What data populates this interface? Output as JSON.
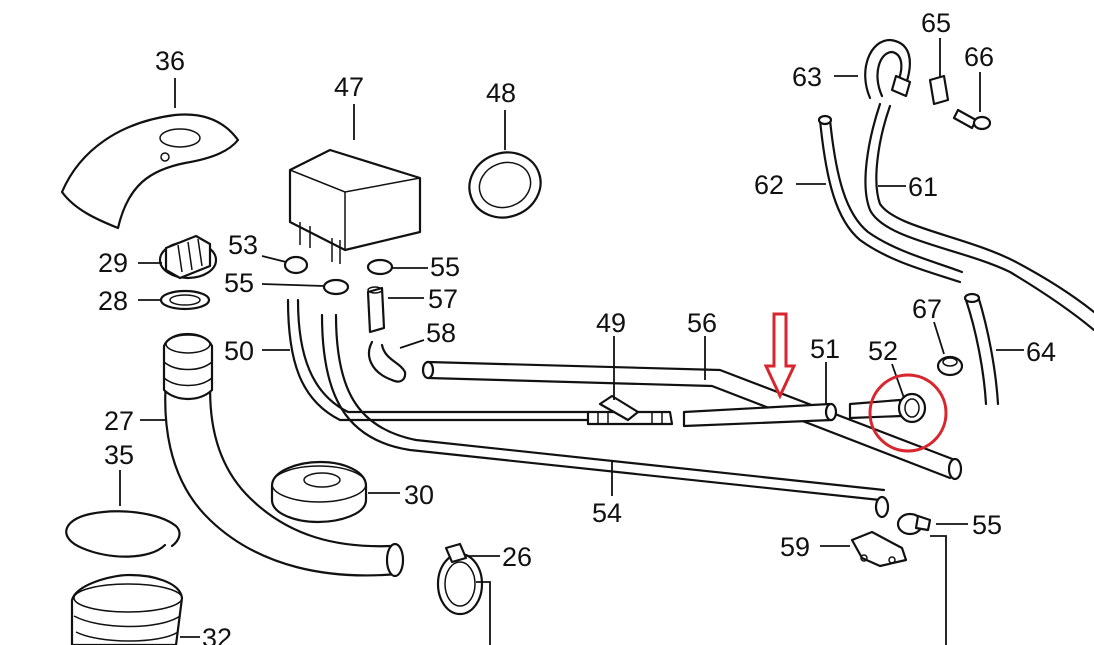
{
  "diagram": {
    "accent_color": "#d9262c",
    "callouts": {
      "c36": "36",
      "c47": "47",
      "c48": "48",
      "c65": "65",
      "c66": "66",
      "c63": "63",
      "c62": "62",
      "c61": "61",
      "c53": "53",
      "c55a": "55",
      "c29": "29",
      "c55b": "55",
      "c57": "57",
      "c28": "28",
      "c58": "58",
      "c50": "50",
      "c49": "49",
      "c56": "56",
      "c51": "51",
      "c52": "52",
      "c67": "67",
      "c64": "64",
      "c27": "27",
      "c35": "35",
      "c30": "30",
      "c54": "54",
      "c55c": "55",
      "c59": "59",
      "c26": "26",
      "c32": "32"
    },
    "annotations": {
      "arrow": "red-down-arrow",
      "circle": "red-circle-highlight"
    }
  }
}
